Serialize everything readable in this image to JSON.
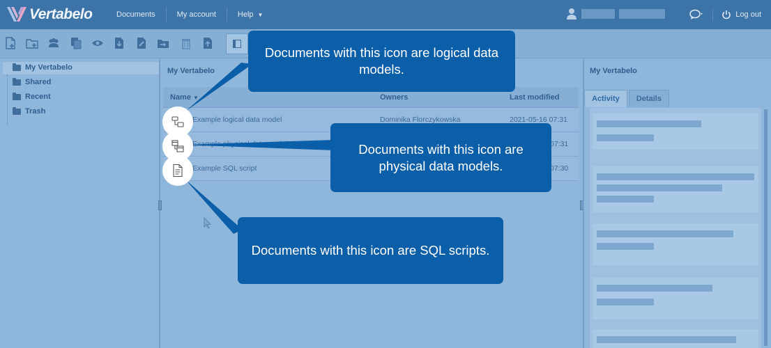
{
  "app": {
    "logo_text": "Vertabelo",
    "nav": [
      "Documents",
      "My account",
      "Help"
    ],
    "logout": "Log out"
  },
  "colors": {
    "brand": "#3d74a8",
    "callout": "#0b5ea8",
    "overlay": "#8fb6db"
  },
  "tree": {
    "root": "My Vertabelo",
    "items": [
      "Shared",
      "Recent",
      "Trash"
    ]
  },
  "center": {
    "title": "My Vertabelo",
    "columns": {
      "name": "Name",
      "sort": "▼",
      "owners": "Owners",
      "modified": "Last modified"
    },
    "rows": [
      {
        "name": "Example logical data model",
        "owner": "Dominika Florczykowska",
        "modified": "2021-05-16 07:31",
        "icon": "logical-model-icon"
      },
      {
        "name": "Example physical data model",
        "owner": "",
        "modified": "07:31",
        "icon": "physical-model-icon"
      },
      {
        "name": "Example SQL script",
        "owner": "",
        "modified": "07:30",
        "icon": "sql-script-icon"
      }
    ]
  },
  "right": {
    "title": "My Vertabelo",
    "tabs": [
      "Activity",
      "Details"
    ]
  },
  "callouts": {
    "logical": "Documents with this icon are logical data models.",
    "physical": "Documents with this icon are physical data models.",
    "sql": "Documents with this icon are SQL scripts."
  }
}
